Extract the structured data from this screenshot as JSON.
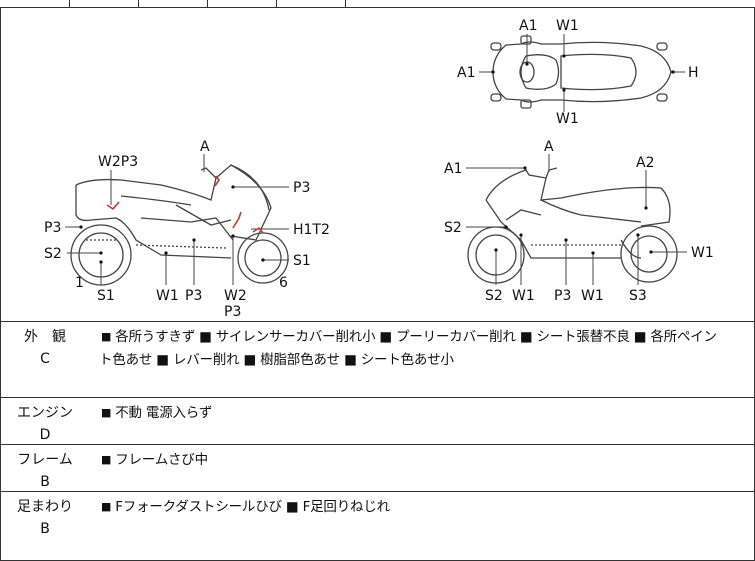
{
  "diagram": {
    "top_view_labels": [
      "A1",
      "W1",
      "A1",
      "H",
      "W1"
    ],
    "left_view_labels": [
      "W2P3",
      "A",
      "P3",
      "P3",
      "H1T2",
      "S2",
      "S1",
      "1",
      "S1",
      "W1",
      "P3",
      "W2",
      "P3",
      "6"
    ],
    "right_view_labels": [
      "A1",
      "A",
      "A2",
      "S2",
      "W1",
      "S2",
      "W1",
      "P3",
      "W1",
      "S3"
    ]
  },
  "rows": [
    {
      "category": "外　観",
      "grade": "C",
      "notes_line1": "各所うすきず ■ サイレンサーカバー削れ小 ■ プーリーカバー削れ ■ シート張替不良 ■ 各所ペイン",
      "notes_line2": "ト色あせ ■ レバー削れ ■ 樹脂部色あせ ■ シート色あせ小"
    },
    {
      "category": "エンジン",
      "grade": "D",
      "notes_line1": "不動 電源入らず",
      "notes_line2": ""
    },
    {
      "category": "フレーム",
      "grade": "B",
      "notes_line1": "フレームさび中",
      "notes_line2": ""
    },
    {
      "category": "足まわり",
      "grade": "B",
      "notes_line1": "Fフォークダストシールひび ■ F足回りねじれ",
      "notes_line2": ""
    }
  ],
  "colors": {
    "damage_mark": "#c0392b",
    "line": "#333333"
  }
}
